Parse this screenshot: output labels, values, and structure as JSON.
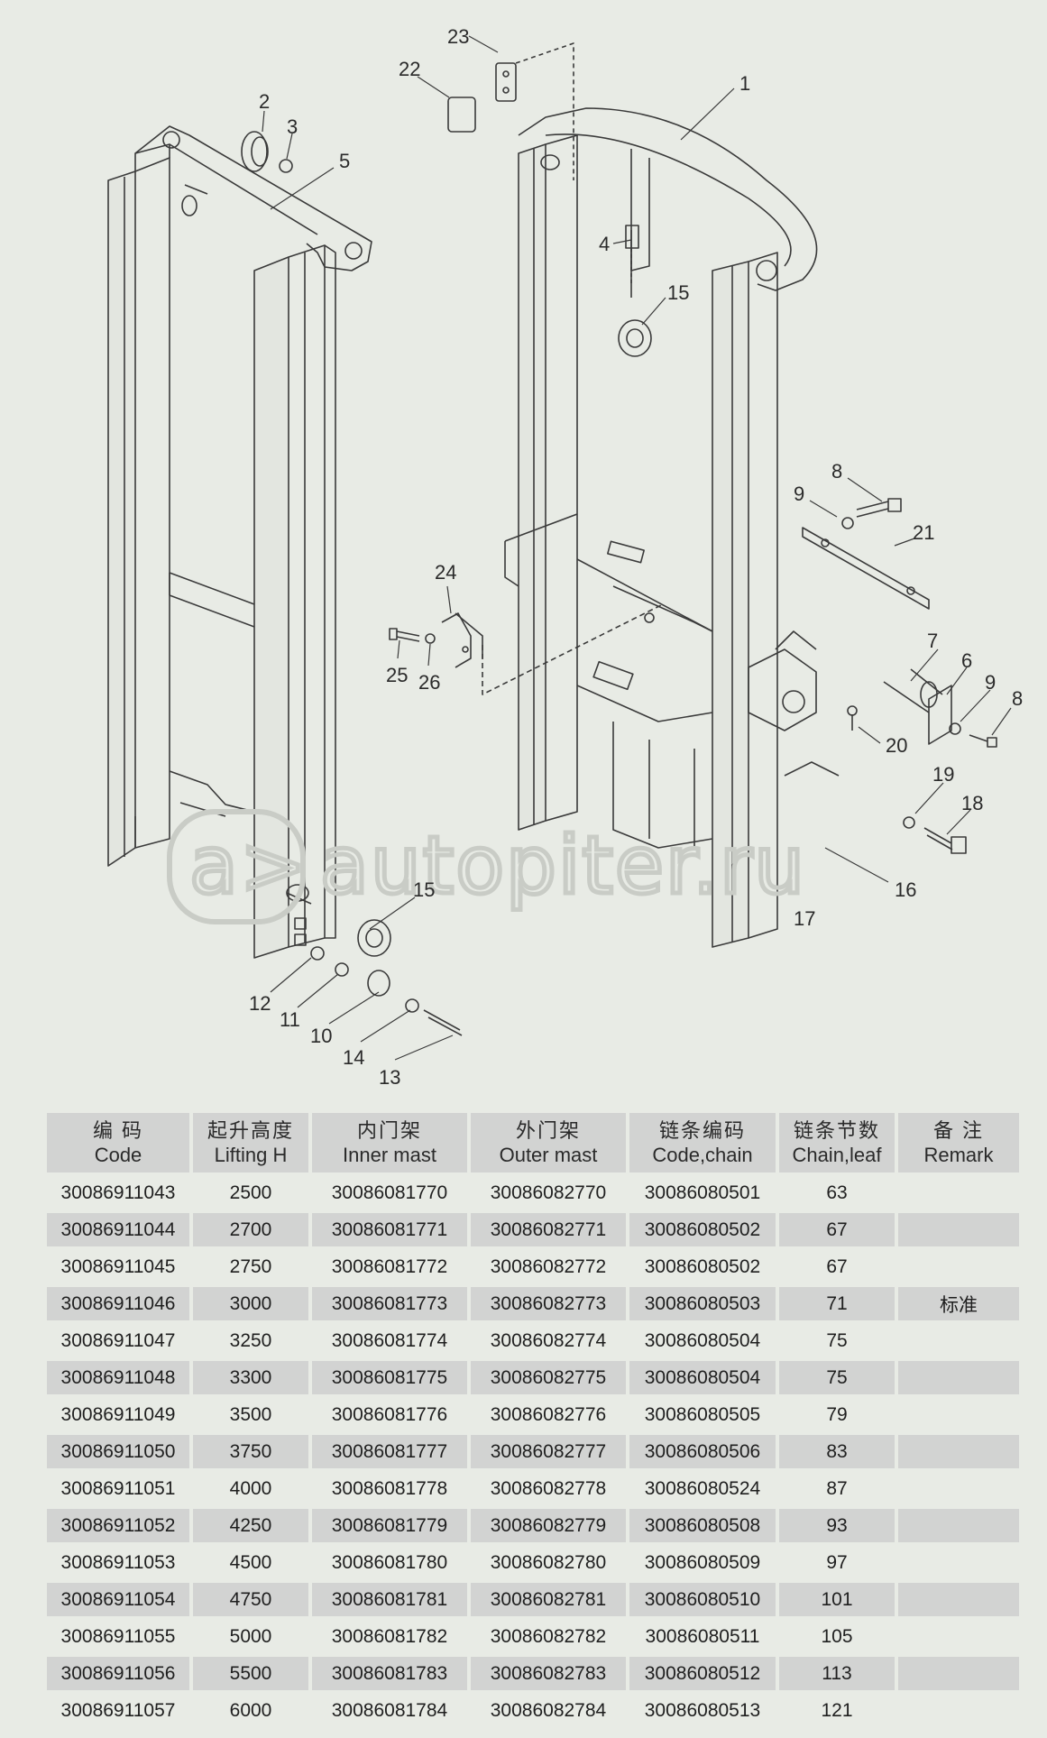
{
  "diagram": {
    "callouts": [
      "1",
      "2",
      "3",
      "4",
      "5",
      "6",
      "7",
      "8",
      "8",
      "9",
      "9",
      "10",
      "11",
      "12",
      "13",
      "14",
      "15",
      "15",
      "16",
      "17",
      "18",
      "19",
      "20",
      "21",
      "22",
      "23",
      "24",
      "25",
      "26"
    ],
    "watermark": "autopiter.ru"
  },
  "table": {
    "headers": [
      {
        "zh": "编  码",
        "en": "Code"
      },
      {
        "zh": "起升高度",
        "en": "Lifting H"
      },
      {
        "zh": "内门架",
        "en": "Inner mast"
      },
      {
        "zh": "外门架",
        "en": "Outer mast"
      },
      {
        "zh": "链条编码",
        "en": "Code,chain"
      },
      {
        "zh": "链条节数",
        "en": "Chain,leaf"
      },
      {
        "zh": "备  注",
        "en": "Remark"
      }
    ],
    "rows": [
      [
        "30086911043",
        "2500",
        "30086081770",
        "30086082770",
        "30086080501",
        "63",
        ""
      ],
      [
        "30086911044",
        "2700",
        "30086081771",
        "30086082771",
        "30086080502",
        "67",
        ""
      ],
      [
        "30086911045",
        "2750",
        "30086081772",
        "30086082772",
        "30086080502",
        "67",
        ""
      ],
      [
        "30086911046",
        "3000",
        "30086081773",
        "30086082773",
        "30086080503",
        "71",
        "标准"
      ],
      [
        "30086911047",
        "3250",
        "30086081774",
        "30086082774",
        "30086080504",
        "75",
        ""
      ],
      [
        "30086911048",
        "3300",
        "30086081775",
        "30086082775",
        "30086080504",
        "75",
        ""
      ],
      [
        "30086911049",
        "3500",
        "30086081776",
        "30086082776",
        "30086080505",
        "79",
        ""
      ],
      [
        "30086911050",
        "3750",
        "30086081777",
        "30086082777",
        "30086080506",
        "83",
        ""
      ],
      [
        "30086911051",
        "4000",
        "30086081778",
        "30086082778",
        "30086080524",
        "87",
        ""
      ],
      [
        "30086911052",
        "4250",
        "30086081779",
        "30086082779",
        "30086080508",
        "93",
        ""
      ],
      [
        "30086911053",
        "4500",
        "30086081780",
        "30086082780",
        "30086080509",
        "97",
        ""
      ],
      [
        "30086911054",
        "4750",
        "30086081781",
        "30086082781",
        "30086080510",
        "101",
        ""
      ],
      [
        "30086911055",
        "5000",
        "30086081782",
        "30086082782",
        "30086080511",
        "105",
        ""
      ],
      [
        "30086911056",
        "5500",
        "30086081783",
        "30086082783",
        "30086080512",
        "113",
        ""
      ],
      [
        "30086911057",
        "6000",
        "30086081784",
        "30086082784",
        "30086080513",
        "121",
        ""
      ]
    ]
  }
}
